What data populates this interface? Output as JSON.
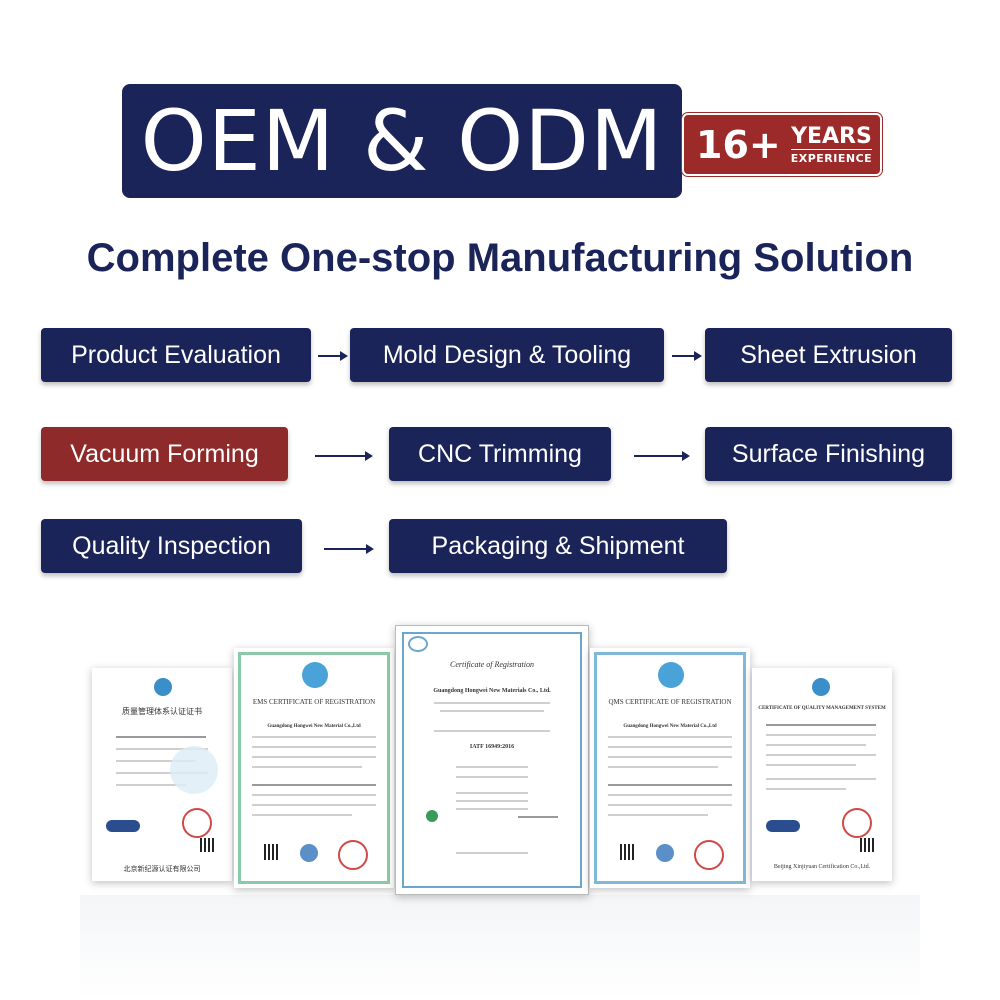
{
  "header": {
    "title": "OEM & ODM",
    "badge_number": "16+",
    "badge_years": "YEARS",
    "badge_experience": "EXPERIENCE"
  },
  "subtitle": "Complete One-stop Manufacturing Solution",
  "steps": [
    "Product Evaluation",
    "Mold Design & Tooling",
    "Sheet Extrusion",
    "Vacuum Forming",
    "CNC Trimming",
    "Surface Finishing",
    "Quality Inspection",
    "Packaging & Shipment"
  ],
  "colors": {
    "navy": "#1b2459",
    "red": "#8e2a29"
  },
  "certificates": [
    {
      "title": "质量管理体系认证证书",
      "issuer": "北京新纪源认证有限公司"
    },
    {
      "title": "EMS CERTIFICATE OF REGISTRATION",
      "company": "Guangdong Hongwei New Material Co.,Ltd"
    },
    {
      "title": "Certificate of Registration",
      "company": "Guangdong Hongwei New Materials Co., Ltd.",
      "standard": "IATF 16949:2016"
    },
    {
      "title": "QMS CERTIFICATE OF REGISTRATION",
      "company": "Guangdong Hongwei New Material Co.,Ltd"
    },
    {
      "title": "CERTIFICATE OF QUALITY MANAGEMENT SYSTEM",
      "issuer": "Beijing Xinjiyuan Certification Co.,Ltd."
    }
  ]
}
